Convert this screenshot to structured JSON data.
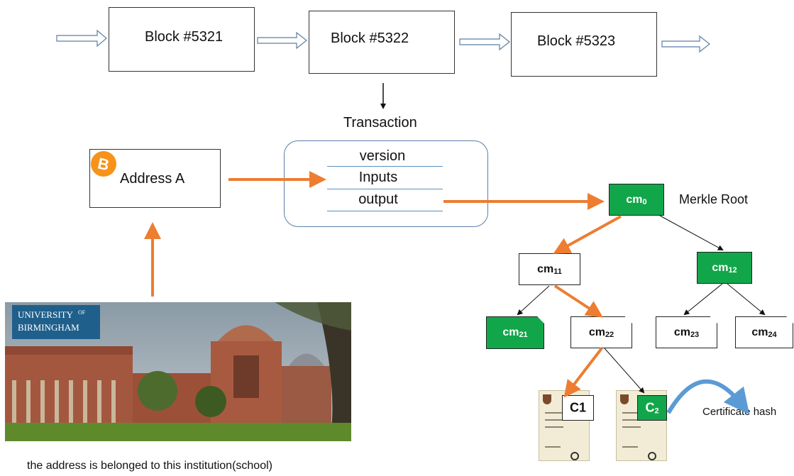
{
  "blocks": [
    "Block #5321",
    "Block #5322",
    "Block #5323"
  ],
  "transaction": {
    "title": "Transaction",
    "rows": [
      "version",
      "Inputs",
      "output"
    ]
  },
  "address": {
    "label": "Address A",
    "icon": "bitcoin-icon"
  },
  "merkle": {
    "root_label": "Merkle Root",
    "nodes": {
      "cm0": {
        "base": "cm",
        "sub": "0"
      },
      "cm11": {
        "base": "cm",
        "sub": "11"
      },
      "cm12": {
        "base": "cm",
        "sub": "12"
      },
      "cm21": {
        "base": "cm",
        "sub": "21"
      },
      "cm22": {
        "base": "cm",
        "sub": "22"
      },
      "cm23": {
        "base": "cm",
        "sub": "23"
      },
      "cm24": {
        "base": "cm",
        "sub": "24"
      }
    }
  },
  "certificates": {
    "c1": "C1",
    "c2": {
      "base": "C",
      "sub": "2"
    },
    "hash_label": "Certificate hash"
  },
  "institution": {
    "logo_line1": "UNIVERSITY",
    "logo_of": "OF",
    "logo_line2": "BIRMINGHAM",
    "caption": "the address is belonged to this institution(school)"
  },
  "colors": {
    "highlight_arrow": "#ed7d31",
    "green_node": "#12a64a",
    "bitcoin": "#f7931a",
    "hash_arrow": "#5b9bd5"
  }
}
